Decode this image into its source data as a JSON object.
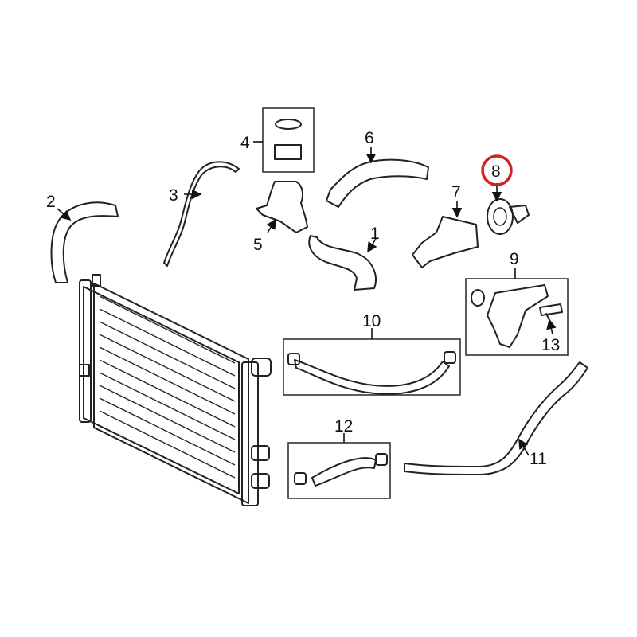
{
  "highlight_color": "#d42020",
  "callouts": [
    {
      "id": "1",
      "label": "1"
    },
    {
      "id": "2",
      "label": "2"
    },
    {
      "id": "3",
      "label": "3"
    },
    {
      "id": "4",
      "label": "4"
    },
    {
      "id": "5",
      "label": "5"
    },
    {
      "id": "6",
      "label": "6"
    },
    {
      "id": "7",
      "label": "7"
    },
    {
      "id": "8",
      "label": "8",
      "highlighted": true
    },
    {
      "id": "9",
      "label": "9"
    },
    {
      "id": "10",
      "label": "10"
    },
    {
      "id": "11",
      "label": "11"
    },
    {
      "id": "12",
      "label": "12"
    },
    {
      "id": "13",
      "label": "13"
    }
  ]
}
